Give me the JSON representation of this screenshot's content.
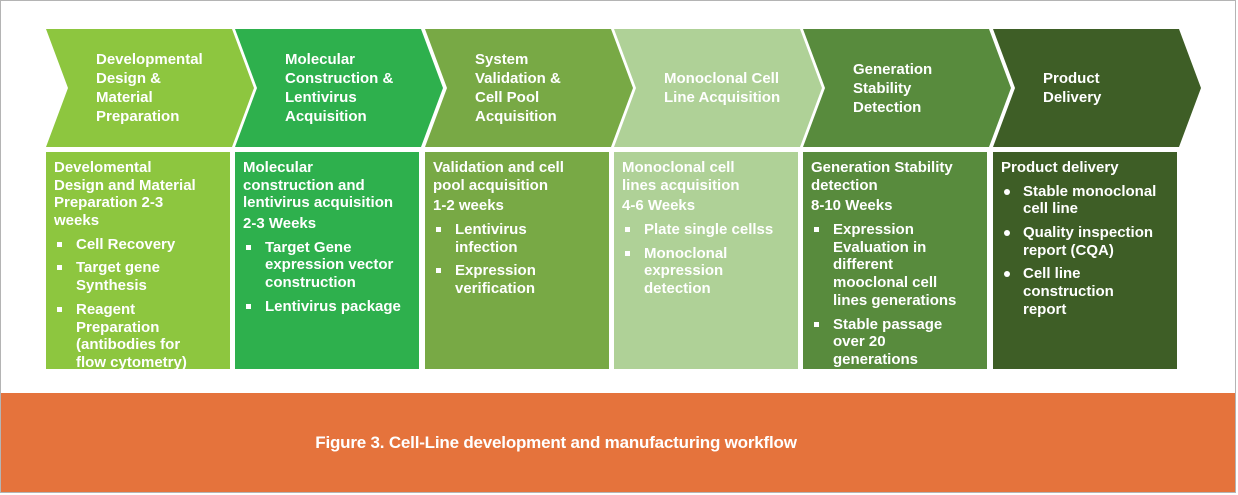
{
  "figure": {
    "caption": "Figure 3. Cell-Line development and manufacturing workflow",
    "caption_bar_color": "#E5733C"
  },
  "stages": [
    {
      "color": "#8DC63F",
      "arrow_label": "Developmental\nDesign &\nMaterial\nPreparation",
      "box_title": "Develomental\nDesign and Material\nPreparation 2-3\nweeks",
      "duration": "",
      "items": [
        "Cell Recovery",
        "Target gene\nSynthesis",
        "Reagent\nPreparation\n(antibodies for\nflow cytometry)"
      ]
    },
    {
      "color": "#2EB04D",
      "arrow_label": "Molecular\nConstruction &\nLentivirus\nAcquisition",
      "box_title": "Molecular\nconstruction and\nlentivirus acquisition",
      "duration": "2-3 Weeks",
      "items": [
        "Target Gene\nexpression vector\nconstruction",
        "Lentivirus package"
      ]
    },
    {
      "color": "#78A945",
      "arrow_label": "System\nValidation &\nCell Pool\nAcquisition",
      "box_title": "Validation and cell\npool acquisition",
      "duration": "1-2 weeks",
      "items": [
        "Lentivirus\ninfection",
        "Expression\nverification"
      ]
    },
    {
      "color": "#AFD197",
      "arrow_label": "Monoclonal Cell\nLine Acquisition",
      "box_title": "Monoclonal cell\nlines acquisition",
      "duration": "4-6 Weeks",
      "items": [
        "Plate single cellss",
        "Monoclonal\nexpression\ndetection"
      ]
    },
    {
      "color": "#588B3D",
      "arrow_label": "Generation\nStability\nDetection",
      "box_title": "Generation Stability\ndetection",
      "duration": "8-10 Weeks",
      "items": [
        "Expression\nEvaluation in\ndifferent\nmooclonal cell\nlines generations",
        "Stable passage\nover 20\ngenerations"
      ]
    },
    {
      "color": "#3E5E26",
      "arrow_label": "Product\nDelivery",
      "box_title": "Product delivery",
      "duration": "",
      "items": [
        "Stable monoclonal\ncell line",
        "Quality inspection\nreport (CQA)",
        "Cell line\nconstruction\nreport"
      ]
    }
  ]
}
